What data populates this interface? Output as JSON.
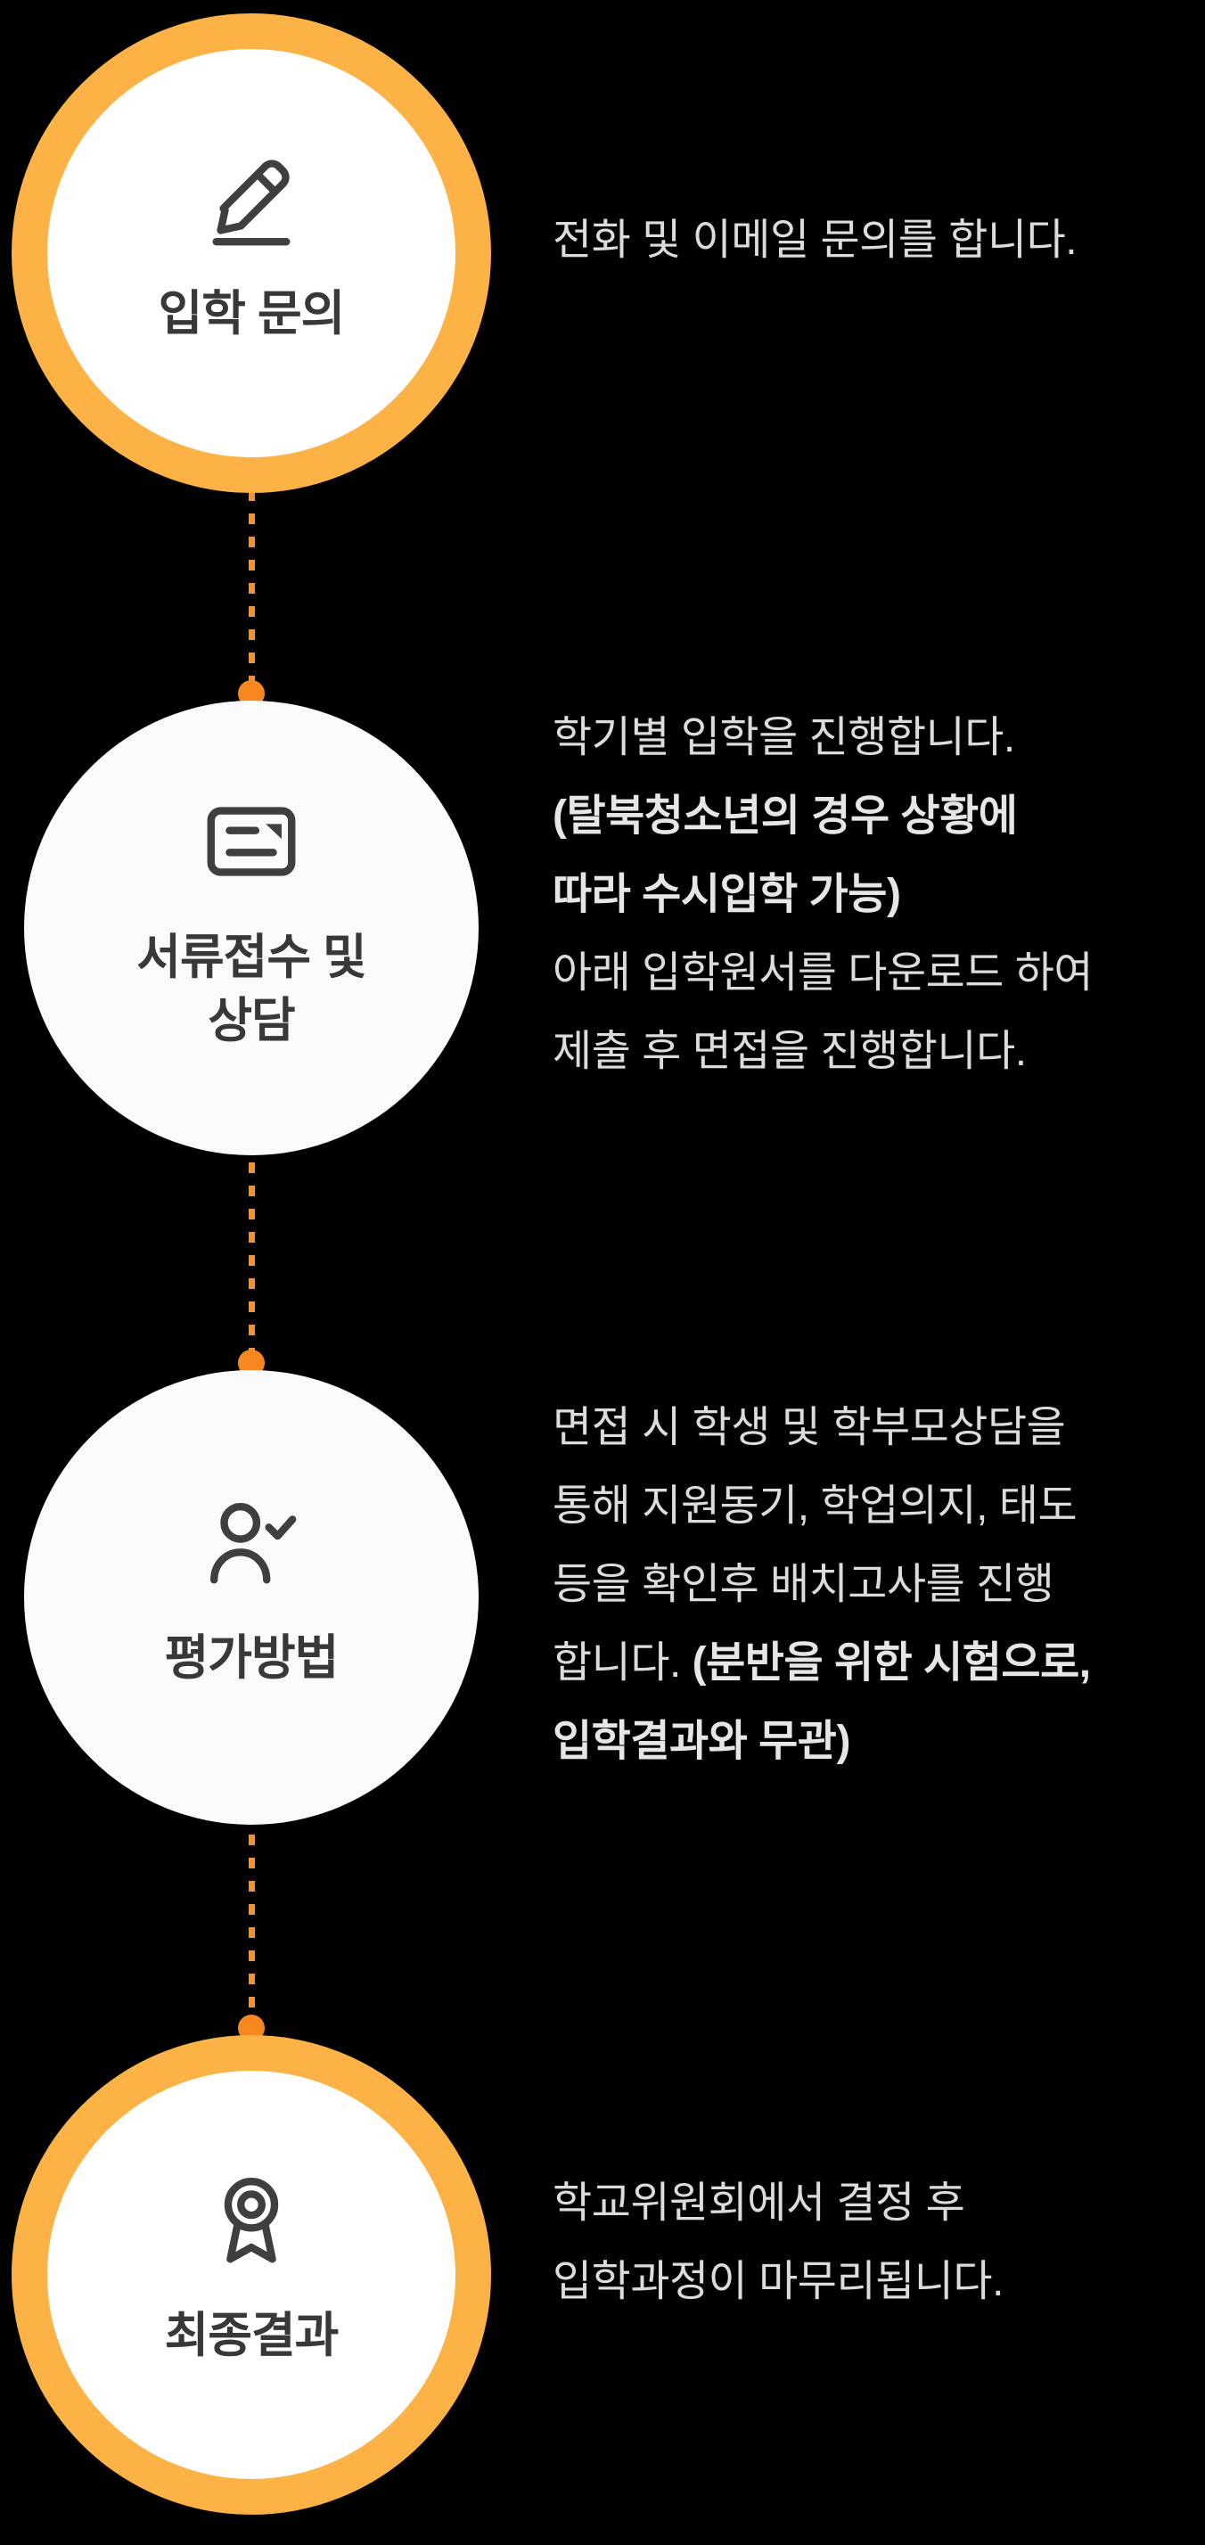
{
  "infographic": {
    "title": "admission-process-timeline",
    "background": "#000000"
  },
  "colors": {
    "ring_orange": "#FCB245",
    "dot_orange": "#F6881F",
    "dash_orange": "#FB9227",
    "circle_fill": "#FAFAFA",
    "icon_color": "#3F3F3F",
    "label_color": "#383838",
    "body_text": "#DCDCDC"
  },
  "steps": [
    {
      "icon": "pencil-icon",
      "label": "입학 문의",
      "desc": {
        "l1": "전화 및 이메일 문의를 합니다."
      }
    },
    {
      "icon": "document-icon",
      "label_line1": "서류접수 및",
      "label_line2": "상담",
      "desc": {
        "l1": "학기별 입학을 진행합니다.",
        "l2": "(탈북청소년의 경우 상황에",
        "l3": "따라 수시입학 가능)",
        "l4": "아래 입학원서를 다운로드 하여",
        "l5": "제출 후 면접을 진행합니다."
      }
    },
    {
      "icon": "person-check-icon",
      "label": "평가방법",
      "desc": {
        "l1": "면접 시 학생 및 학부모상담을",
        "l2": "통해 지원동기, 학업의지, 태도",
        "l3": "등을 확인후 배치고사를 진행",
        "l4_regular": "합니다. ",
        "l4_bold": "(분반을 위한 시험으로,",
        "l5_bold": "입학결과와 무관)"
      }
    },
    {
      "icon": "medal-icon",
      "label": "최종결과",
      "desc": {
        "l1": "학교위원회에서 결정 후",
        "l2": "입학과정이 마무리됩니다."
      }
    }
  ]
}
